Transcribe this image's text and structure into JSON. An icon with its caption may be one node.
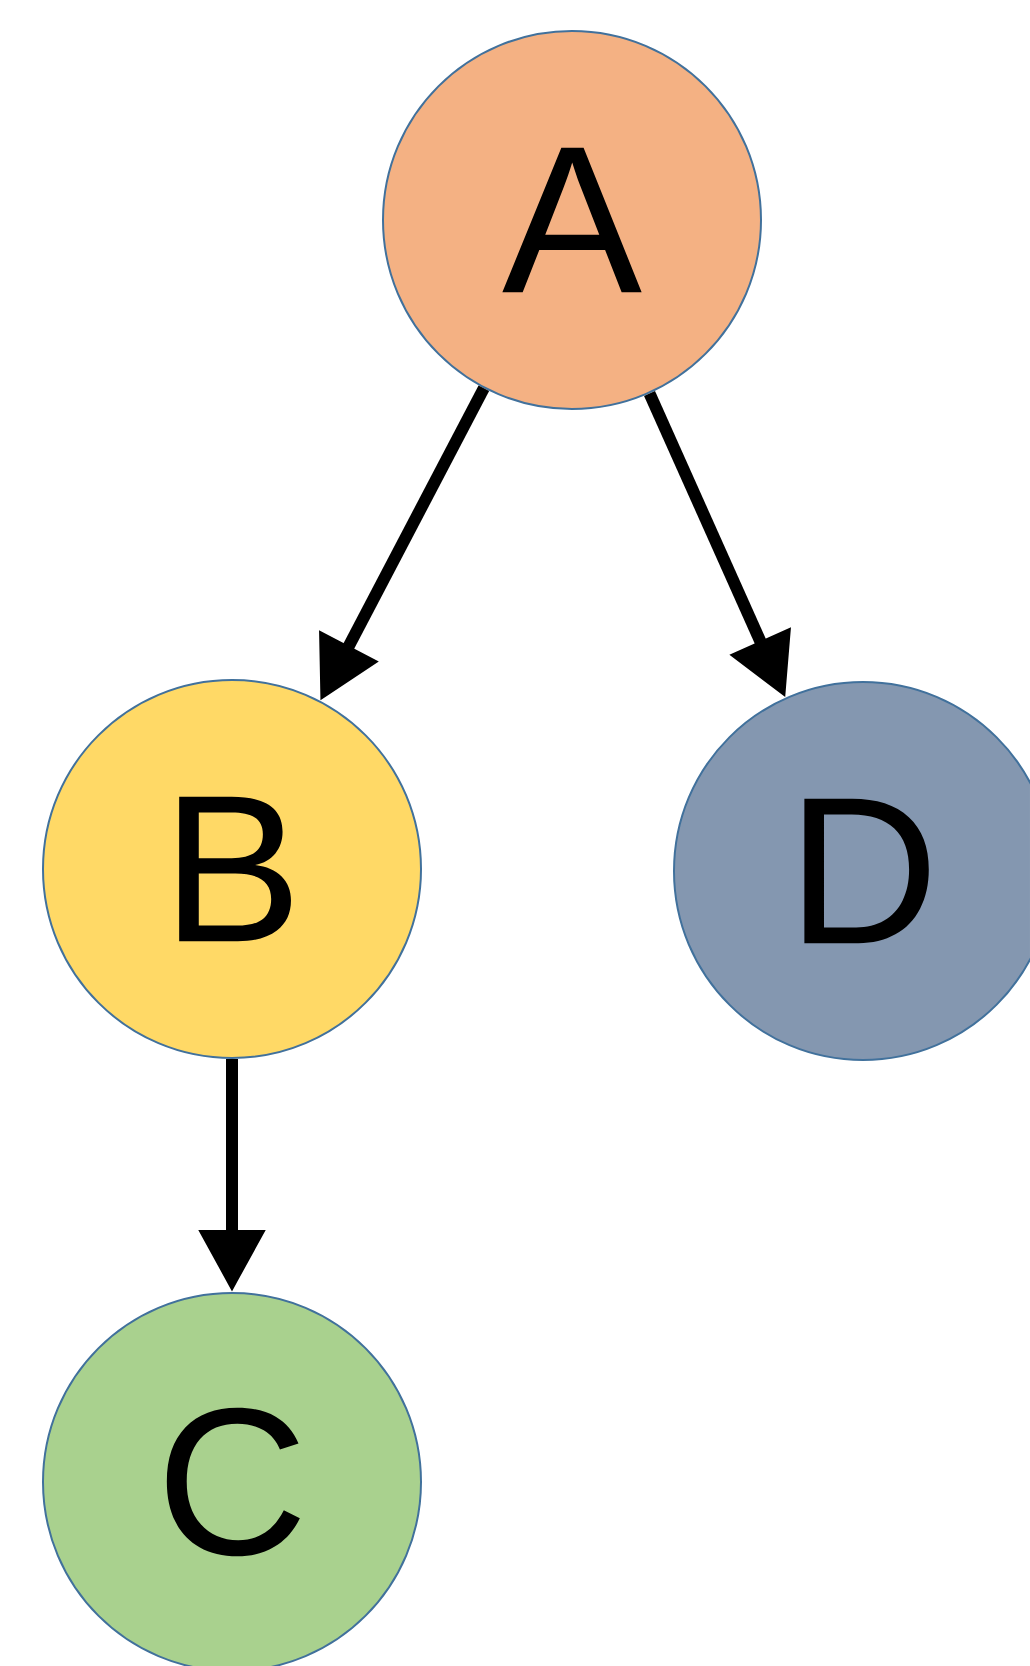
{
  "diagram": {
    "nodes": [
      {
        "text": [
          "A"
        ]
      },
      {
        "text": [
          "B"
        ]
      },
      {
        "text": [
          "D"
        ]
      },
      {
        "text": [
          "C"
        ]
      }
    ],
    "edges": [
      {
        "from": 0,
        "to": 1,
        "arrow": "to"
      },
      {
        "from": 0,
        "to": 2,
        "arrow": "to"
      },
      {
        "from": 1,
        "to": 3,
        "arrow": "to"
      }
    ]
  }
}
